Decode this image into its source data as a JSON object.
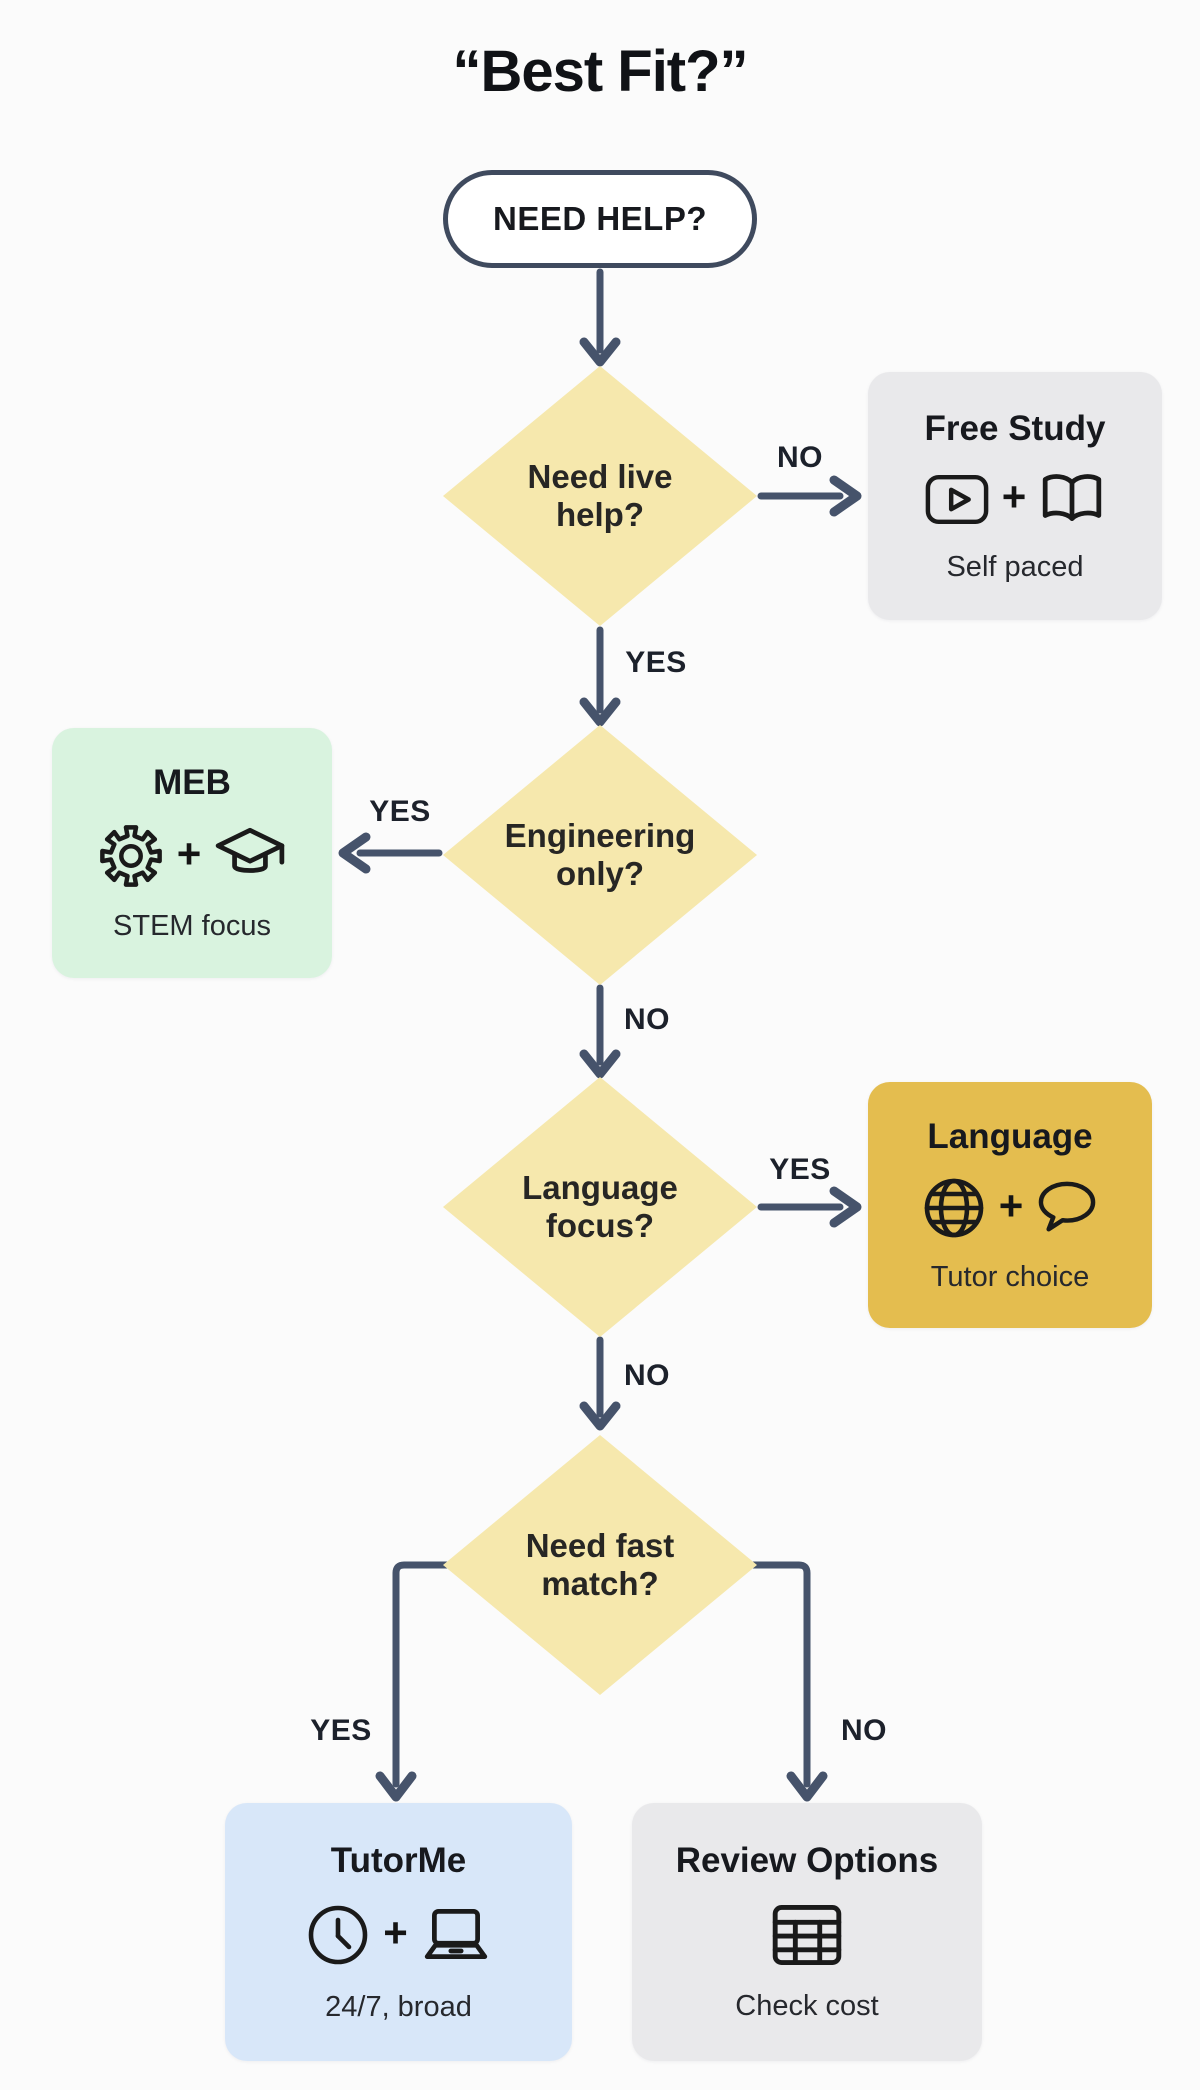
{
  "title": "“Best Fit?”",
  "start": {
    "label": "NEED HELP?"
  },
  "plus": "+",
  "decisions": {
    "live_help": {
      "line1": "Need live",
      "line2": "help?"
    },
    "engineering": {
      "line1": "Engineering",
      "line2": "only?"
    },
    "language": {
      "line1": "Language",
      "line2": "focus?"
    },
    "fast_match": {
      "line1": "Need fast",
      "line2": "match?"
    }
  },
  "edge_labels": {
    "live_help_no": "NO",
    "live_help_yes": "YES",
    "engineering_yes": "YES",
    "engineering_no": "NO",
    "language_yes": "YES",
    "language_no": "NO",
    "fast_match_yes": "YES",
    "fast_match_no": "NO"
  },
  "outcomes": {
    "free_study": {
      "title": "Free Study",
      "subtitle": "Self paced",
      "icons": [
        "video-icon",
        "open-book-icon"
      ]
    },
    "meb": {
      "title": "MEB",
      "subtitle": "STEM focus",
      "icons": [
        "gear-icon",
        "graduation-cap-icon"
      ]
    },
    "language": {
      "title": "Language",
      "subtitle": "Tutor choice",
      "icons": [
        "globe-icon",
        "speech-bubble-icon"
      ]
    },
    "tutorme": {
      "title": "TutorMe",
      "subtitle": "24/7, broad",
      "icons": [
        "clock-icon",
        "laptop-icon"
      ]
    },
    "review": {
      "title": "Review Options",
      "subtitle": "Check cost",
      "icons": [
        "table-icon"
      ]
    }
  },
  "colors": {
    "background": "#FBFBFB",
    "decision_fill": "#F6E8AD",
    "connector": "#46536B",
    "start_border": "#3F4A5E",
    "free_study_fill": "#E9E9EB",
    "meb_fill": "#D9F3DF",
    "language_fill": "#E4BD4F",
    "tutorme_fill": "#D8E7F9",
    "review_fill": "#E9E9EB",
    "text": "#16181D"
  }
}
